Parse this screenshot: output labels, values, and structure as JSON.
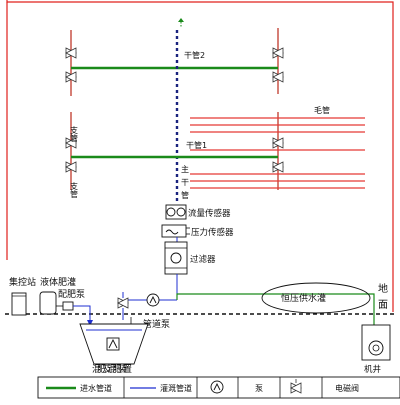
{
  "colors": {
    "border": "#e0201c",
    "main_supply": "#1a8a1a",
    "irrigation": "#1f2fd0",
    "branch_pipe": "#c0392b",
    "lateral": "#e53935",
    "dashed_main": "#1a237e",
    "ground": "#111111",
    "pipe_link": "#3d4fd6"
  },
  "labels": {
    "trunk2": "干管2",
    "trunk1": "干管1",
    "branch_top": "支管",
    "branch_bottom": "支管",
    "lateral": "毛管",
    "main_char1": "主",
    "main_char2": "干",
    "main_char3": "管",
    "flow_sensor": "流量传感器",
    "pressure_sensor": "压力传感器",
    "filter": "过滤器",
    "control_station": "集控站",
    "liquid_tank": "液体肥灌",
    "dosing_pump": "配肥泵",
    "pipeline_pump": "管道泵",
    "mix_device": "混肥及混肥装置",
    "constant_pressure": "恒压供水灌",
    "ground_1": "地",
    "ground_2": "面",
    "well": "机井"
  },
  "legend": {
    "items": [
      {
        "icon": "green-line-icon",
        "label": "进水管道"
      },
      {
        "icon": "blue-line-icon",
        "label": "灌溉管道"
      },
      {
        "icon": "pump-symbol-icon",
        "label": "泵"
      },
      {
        "icon": "valve-symbol-icon",
        "label": "电磁阀"
      }
    ]
  }
}
